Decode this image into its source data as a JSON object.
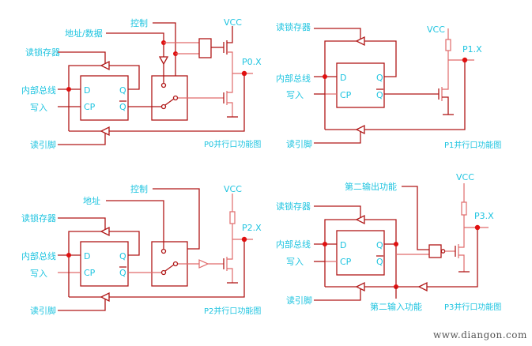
{
  "diagrams": [
    {
      "id": "p0",
      "caption": "P0并行口功能图",
      "pin": "P0.X",
      "vcc": "VCC",
      "labels": {
        "read_latch": "读锁存器",
        "internal_bus": "内部总线",
        "write": "写入",
        "read_pin": "读引脚",
        "control": "控制",
        "addr_data": "地址/数据"
      },
      "latch": {
        "d": "D",
        "cp": "CP",
        "q": "Q",
        "qbar": "Q"
      }
    },
    {
      "id": "p1",
      "caption": "P1并行口功能图",
      "pin": "P1.X",
      "vcc": "VCC",
      "labels": {
        "read_latch": "读锁存器",
        "internal_bus": "内部总线",
        "write": "写入",
        "read_pin": "读引脚"
      },
      "latch": {
        "d": "D",
        "cp": "CP",
        "q": "Q",
        "qbar": "Q"
      }
    },
    {
      "id": "p2",
      "caption": "P2并行口功能图",
      "pin": "P2.X",
      "vcc": "VCC",
      "labels": {
        "read_latch": "读锁存器",
        "internal_bus": "内部总线",
        "write": "写入",
        "read_pin": "读引脚",
        "control": "控制",
        "address": "地址"
      },
      "latch": {
        "d": "D",
        "cp": "CP",
        "q": "Q",
        "qbar": "Q"
      }
    },
    {
      "id": "p3",
      "caption": "P3并行口功能图",
      "pin": "P3.X",
      "vcc": "VCC",
      "labels": {
        "read_latch": "读锁存器",
        "internal_bus": "内部总线",
        "write": "写入",
        "read_pin": "读引脚",
        "second_output": "第二输出功能",
        "second_input": "第二输入功能"
      },
      "latch": {
        "d": "D",
        "cp": "CP",
        "q": "Q",
        "qbar": "Q"
      }
    }
  ],
  "watermark": "www.diangon.com"
}
